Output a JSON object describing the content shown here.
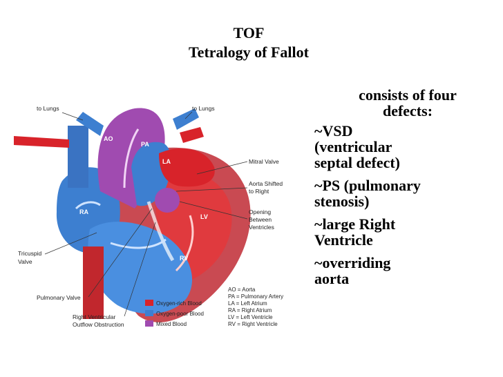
{
  "title": {
    "line1": "TOF",
    "line2": "Tetralogy of Fallot"
  },
  "bullets": {
    "intro_line1": "consists of four",
    "intro_line2": "defects:",
    "items": [
      [
        "~VSD",
        "(ventricular",
        "septal defect)"
      ],
      [
        "~PS (pulmonary",
        "stenosis)"
      ],
      [
        "~large Right",
        "Ventricle"
      ],
      [
        "~overriding",
        "aorta"
      ]
    ]
  },
  "diagram": {
    "labels": {
      "to_lungs_left": "to Lungs",
      "to_lungs_right": "to Lungs",
      "mitral_valve": "Mitral Valve",
      "aorta_shifted_1": "Aorta Shifted",
      "aorta_shifted_2": "to Right",
      "opening_1": "Opening",
      "opening_2": "Between",
      "opening_3": "Ventricles",
      "tricuspid_1": "Tricuspid",
      "tricuspid_2": "Valve",
      "pulmonary_valve": "Pulmonary Valve",
      "rvoo_1": "Right Ventricular",
      "rvoo_2": "Outflow Obstruction"
    },
    "chambers": {
      "ao": "AO",
      "pa": "PA",
      "la": "LA",
      "ra": "RA",
      "lv": "LV",
      "rv": "RV"
    },
    "legend": [
      {
        "label": "Oxygen-rich Blood",
        "color": "#d8232a"
      },
      {
        "label": "Oxygen-poor Blood",
        "color": "#3d7fd0"
      },
      {
        "label": "Mixed Blood",
        "color": "#a04bb0"
      }
    ],
    "abbreviations": [
      "AO = Aorta",
      "PA = Pulmonary Artery",
      "LA = Left Atrium",
      "RA = Right Atrium",
      "LV = Left Ventricle",
      "RV = Right Ventricle"
    ]
  }
}
